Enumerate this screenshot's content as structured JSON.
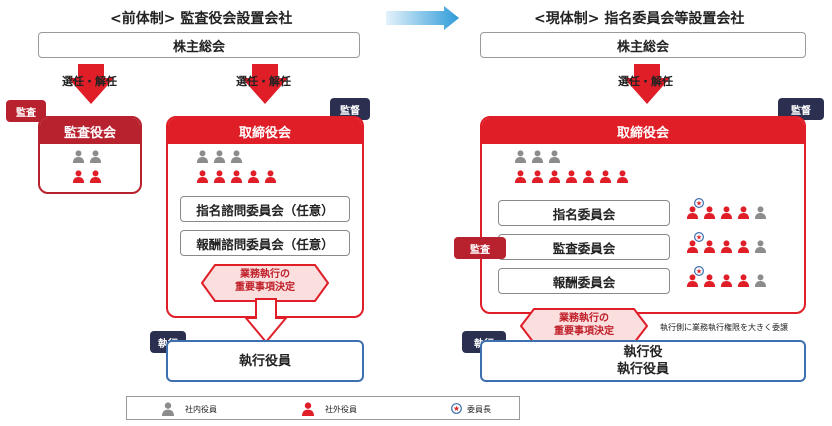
{
  "left": {
    "title": "<前体制> 監査役会設置会社",
    "shareholders": "株主総会",
    "elect_label_1": "選任・解任",
    "elect_label_2": "選任・解任",
    "audit_tag": "監査",
    "audit_board": "監査役会",
    "supervise_tag": "監督",
    "board": "取締役会",
    "committee_1": "指名諮問委員会（任意）",
    "committee_2": "報酬諮問委員会（任意）",
    "decision_line1": "業務執行の",
    "decision_line2": "重要事項決定",
    "exec_tag": "執行",
    "exec_officer": "執行役員"
  },
  "right": {
    "title": "<現体制> 指名委員会等設置会社",
    "shareholders": "株主総会",
    "elect_label": "選任・解任",
    "supervise_tag": "監督",
    "board": "取締役会",
    "audit_tag": "監査",
    "committee_1": "指名委員会",
    "committee_2": "監査委員会",
    "committee_3": "報酬委員会",
    "decision_line1": "業務執行の",
    "decision_line2": "重要事項決定",
    "delegation_note": "執行側に業務執行権限を大きく委譲",
    "exec_tag": "執行",
    "exec_line1": "執行役",
    "exec_line2": "執行役員"
  },
  "legend": {
    "internal": "社内役員",
    "external": "社外役員",
    "chair": "委員長"
  },
  "colors": {
    "red": "#e01e28",
    "dark_red": "#b8222f",
    "navy": "#2b3050",
    "gray": "#8c8c8c",
    "blue": "#3e70b0"
  }
}
